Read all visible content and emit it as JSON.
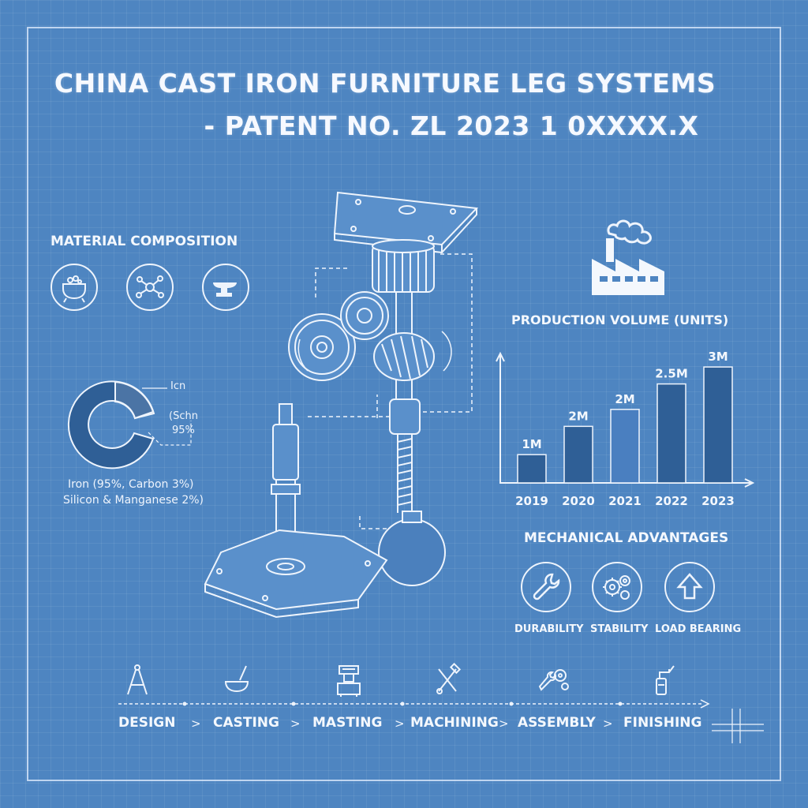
{
  "title": {
    "line1": "CHINA CAST IRON FURNITURE LEG SYSTEMS",
    "line2": "- PATENT NO. ZL 2023 1 0XXXX.X"
  },
  "material": {
    "heading": "MATERIAL COMPOSITION",
    "icons": [
      "cauldron-icon",
      "molecule-icon",
      "anvil-icon"
    ],
    "donut_label_top": "Icn",
    "donut_label_mid1": "(Schn",
    "donut_label_mid2": "95%",
    "caption_line1": "Iron (95%, Carbon 3%)",
    "caption_line2": "Silicon & Manganese 2%)"
  },
  "chart_data": {
    "type": "bar",
    "title": "PRODUCTION VOLUME (UNITS)",
    "categories": [
      "2019",
      "2020",
      "2021",
      "2022",
      "2023"
    ],
    "values": [
      1,
      2,
      2,
      2.5,
      3
    ],
    "bar_heights_units": [
      1,
      2,
      2.6,
      3.5,
      4.1
    ],
    "data_labels": [
      "1M",
      "2M",
      "2M",
      "2.5M",
      "3M"
    ],
    "ylim": [
      0,
      4.8
    ],
    "grid": false,
    "colors": [
      "#2f5f96",
      "#2f5f96",
      "#4a7fc0",
      "#2f5f96",
      "#2f5f96"
    ]
  },
  "factory_icon": "factory-icon",
  "advantages": {
    "heading": "MECHANICAL ADVANTAGES",
    "items": [
      {
        "label": "DURABILITY",
        "icon": "wrench-icon"
      },
      {
        "label": "STABILITY",
        "icon": "gears-icon"
      },
      {
        "label": "LOAD BEARING",
        "icon": "arrow-up-icon"
      }
    ]
  },
  "process": {
    "steps": [
      {
        "label": "DESIGN",
        "icon": "compass-icon"
      },
      {
        "label": "CASTING",
        "icon": "ladle-icon"
      },
      {
        "label": "MASTING",
        "icon": "press-icon"
      },
      {
        "label": "MACHINING",
        "icon": "tools-icon"
      },
      {
        "label": "ASSEMBLY",
        "icon": "gear-wrench-icon"
      },
      {
        "label": "FINISHING",
        "icon": "spray-icon"
      }
    ],
    "separator": ">"
  },
  "palette": {
    "background": "#4e85c1",
    "line": "#eef4fc",
    "bar": "#2f5f96",
    "bar_highlight": "#4a7fc0"
  }
}
